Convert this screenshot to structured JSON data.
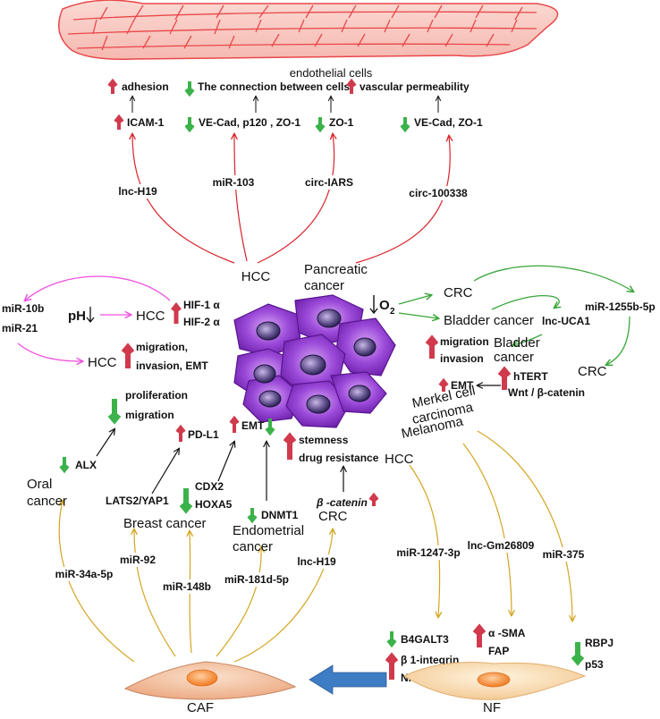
{
  "colors": {
    "vessel_line": "#e9474a",
    "vessel_fill": "#f8c6c0",
    "red_path": "#d9232a",
    "magenta_path": "#f050e0",
    "green_path": "#3aa63a",
    "gold_path": "#d4a520",
    "up_arrow": "#d03a4c",
    "down_arrow": "#3cb24a",
    "tumor_purple": "#8a36c8",
    "fibroblast": "#f0b48c",
    "transition_arrow": "#3e7cc4"
  },
  "vessel": {
    "title": "endothelial cells",
    "effects": [
      "adhesion",
      "The connection between cells",
      "vascular permeability"
    ],
    "targets": [
      "ICAM-1",
      "VE-Cad, p120 , ZO-1",
      "ZO-1",
      "VE-Cad, ZO-1"
    ],
    "regulators": [
      "lnc-H19",
      "miR-103",
      "circ-IARS",
      "circ-100338"
    ],
    "sources": [
      "HCC",
      "Pancreatic",
      "cancer"
    ]
  },
  "hypoxia_ph": {
    "mirs": [
      "miR-10b",
      "miR-21"
    ],
    "ph": "pH",
    "hcc": "HCC",
    "hif1": "HIF-1 α",
    "hif2": "HIF-2 α",
    "hcc2": "HCC",
    "outcome": [
      "migration,",
      "invasion, EMT"
    ]
  },
  "oxygen": {
    "o2": "O",
    "o2_sub": "2",
    "crc": "CRC",
    "bladder": "Bladder cancer",
    "lnc": "lnc-UCA1",
    "mir": "miR-1255b-5p",
    "bladder2": [
      "Bladder",
      "cancer"
    ],
    "bladder_effects": [
      "migration",
      "invasion"
    ],
    "emt": "EMT",
    "crc2": "CRC",
    "crc_targets": [
      "hTERT",
      "Wnt / β-catenin"
    ]
  },
  "caf": {
    "label": "CAF",
    "oral": [
      "Oral",
      "cancer"
    ],
    "alx": "ALX",
    "oral_effects": [
      "proliferation",
      "migration"
    ],
    "breast": "Breast cancer",
    "lats": "LATS2/YAP1",
    "pdl1": "PD-L1",
    "cdx2": "CDX2",
    "hoxa5": "HOXA5",
    "emt": "EMT",
    "dnmt1": "DNMT1",
    "endometrial": [
      "Endometrial",
      "cancer"
    ],
    "crc": "CRC",
    "bcat": "β -catenin",
    "crc_effects": [
      "stemness",
      "drug resistance"
    ],
    "mirs": [
      "miR-34a-5p",
      "miR-92",
      "miR-148b",
      "miR-181d-5p",
      "lnc-H19"
    ]
  },
  "nf": {
    "label": "NF",
    "merkel": [
      "Merkel cell",
      "carcinoma"
    ],
    "melanoma": "Melanoma",
    "hcc": "HCC",
    "mirs": [
      "miR-1247-3p",
      "lnc-Gm26809",
      "miR-375"
    ],
    "b4": "B4GALT3",
    "b1": "β 1-integrin",
    "nfkb": "NF- κ B",
    "asma": "α -SMA",
    "fap": "FAP",
    "rbpj": "RBPJ",
    "p53": "p53"
  }
}
